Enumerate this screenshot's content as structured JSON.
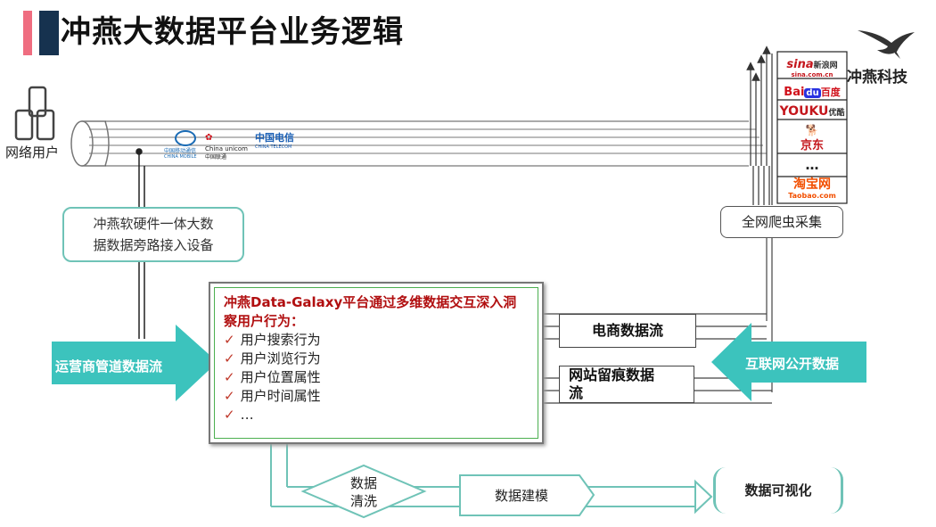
{
  "header": {
    "title": "冲燕大数据平台业务逻辑"
  },
  "brand": {
    "name": "冲燕科技"
  },
  "users": {
    "label": "网络用户"
  },
  "carriers": {
    "china_mobile": {
      "cn": "中国移动通信",
      "en": "CHINA MOBILE"
    },
    "china_unicom": {
      "en": "China unicom",
      "cn": "中国联通"
    },
    "china_telecom": {
      "cn": "中国电信",
      "en": "CHINA TELECOM"
    }
  },
  "device_box": {
    "line1": "冲燕软硬件一体大数",
    "line2": "据数据旁路接入设备"
  },
  "operator_arrow": {
    "label": "运营商管道数据流"
  },
  "internet_arrow": {
    "label": "互联网公开数据"
  },
  "crawler": {
    "label": "全网爬虫采集"
  },
  "websites": {
    "sina": {
      "logo": "sina",
      "cn": "新浪网",
      "url": "sina.com.cn"
    },
    "baidu": {
      "logo": "Bai",
      "cn": "百度"
    },
    "youku": {
      "logo": "YOUKU",
      "cn": "优酷"
    },
    "jd": {
      "cn": "京东"
    },
    "more": {
      "text": "…"
    },
    "taobao": {
      "cn": "淘宝网",
      "url": "Taobao.com"
    }
  },
  "core_box": {
    "title": "冲燕Data-Galaxy平台通过多维数据交互深入洞察用户行为：",
    "items": [
      "用户搜索行为",
      "用户浏览行为",
      "用户位置属性",
      "用户时间属性",
      "…"
    ]
  },
  "streams": {
    "ecommerce": "电商数据流",
    "website_line1": "网站留痕数据",
    "website_line2": "流"
  },
  "pipeline": {
    "clean_line1": "数据",
    "clean_line2": "清洗",
    "model": "数据建模",
    "visualize": "数据可视化"
  },
  "colors": {
    "teal": "#3cc3bd",
    "teal_border": "#6fc3b7",
    "title_red": "#b10f10",
    "accent_pink": "#ef6d80",
    "accent_navy": "#16324f"
  }
}
